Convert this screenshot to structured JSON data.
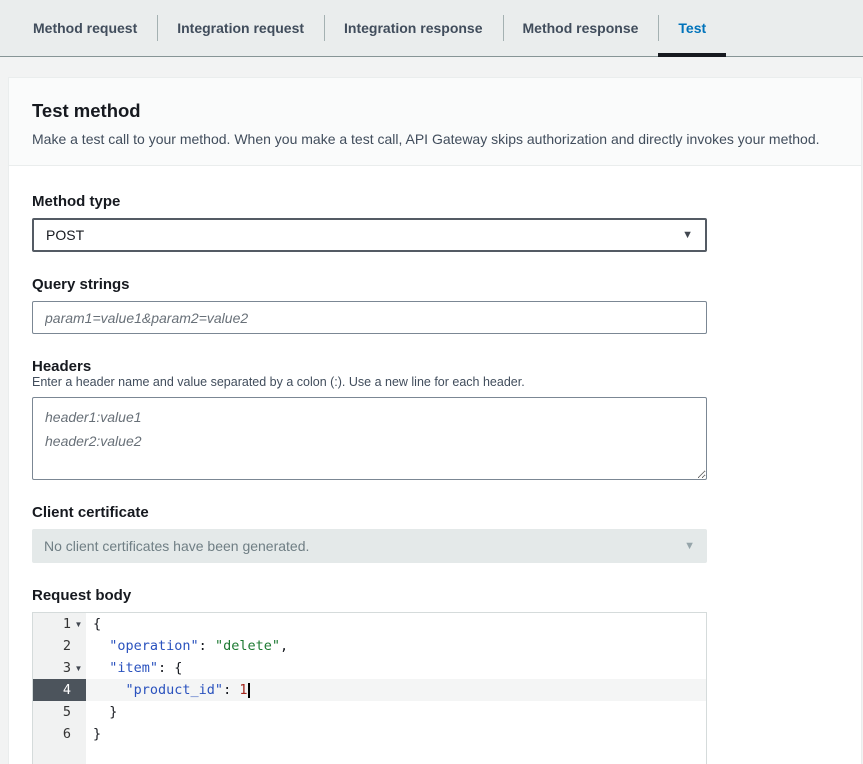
{
  "tabs": {
    "items": [
      {
        "label": "Method request"
      },
      {
        "label": "Integration request"
      },
      {
        "label": "Integration response"
      },
      {
        "label": "Method response"
      },
      {
        "label": "Test"
      }
    ],
    "active_index": 4,
    "active_text_color": "#0073bb",
    "active_underline_color": "#16191f"
  },
  "panel": {
    "title": "Test method",
    "description": "Make a test call to your method. When you make a test call, API Gateway skips authorization and directly invokes your method."
  },
  "form": {
    "method_type": {
      "label": "Method type",
      "value": "POST",
      "dropdown_icon": "down-triangle"
    },
    "query_strings": {
      "label": "Query strings",
      "placeholder": "param1=value1&param2=value2"
    },
    "headers": {
      "label": "Headers",
      "description": "Enter a header name and value separated by a colon (:). Use a new line for each header.",
      "placeholder": "header1:value1\nheader2:value2"
    },
    "client_certificate": {
      "label": "Client certificate",
      "value": "No client certificates have been generated.",
      "disabled": true,
      "dropdown_icon": "down-triangle"
    },
    "request_body": {
      "label": "Request body"
    }
  },
  "editor": {
    "language": "json",
    "active_line": 4,
    "token_colors": {
      "key": "#2a52be",
      "string": "#1d7a32",
      "number": "#a3251b",
      "plain": "#16191f"
    },
    "lines": [
      {
        "number": "1",
        "fold": true,
        "tokens": [
          {
            "text": "{",
            "type": "plain"
          }
        ]
      },
      {
        "number": "2",
        "fold": false,
        "tokens": [
          {
            "text": "  ",
            "type": "plain"
          },
          {
            "text": "\"operation\"",
            "type": "key"
          },
          {
            "text": ": ",
            "type": "plain"
          },
          {
            "text": "\"delete\"",
            "type": "string"
          },
          {
            "text": ",",
            "type": "plain"
          }
        ]
      },
      {
        "number": "3",
        "fold": true,
        "tokens": [
          {
            "text": "  ",
            "type": "plain"
          },
          {
            "text": "\"item\"",
            "type": "key"
          },
          {
            "text": ": {",
            "type": "plain"
          }
        ]
      },
      {
        "number": "4",
        "fold": false,
        "cursor": true,
        "tokens": [
          {
            "text": "    ",
            "type": "plain"
          },
          {
            "text": "\"product_id\"",
            "type": "key"
          },
          {
            "text": ": ",
            "type": "plain"
          },
          {
            "text": "1",
            "type": "number"
          }
        ]
      },
      {
        "number": "5",
        "fold": false,
        "tokens": [
          {
            "text": "  }",
            "type": "plain"
          }
        ]
      },
      {
        "number": "6",
        "fold": false,
        "tokens": [
          {
            "text": "}",
            "type": "plain"
          }
        ]
      }
    ]
  }
}
